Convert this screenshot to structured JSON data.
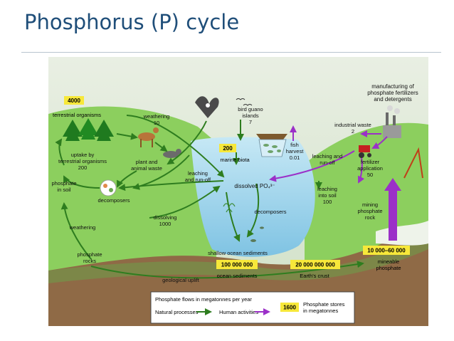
{
  "title": "Phosphorus (P) cycle",
  "diagram": {
    "stores": {
      "terrestrial_value": "4000",
      "terrestrial_label": "terrestrial organisms",
      "marine_value": "200",
      "marine_label": "marine biota",
      "ocean_sed_value": "100 000 000",
      "ocean_sed_label": "ocean sediments",
      "crust_value": "20 000 000 000",
      "crust_label": "Earth's crust",
      "mineable_value": "10 000–60 000",
      "mineable_label1": "mineable",
      "mineable_label2": "phosphate"
    },
    "flows": {
      "weathering_top": "weathering",
      "weathering_top_value": "10",
      "uptake1": "uptake by",
      "uptake2": "terrestrial organisms",
      "uptake_value": "200",
      "plant_waste1": "plant and",
      "plant_waste2": "animal waste",
      "bird_guano1": "bird guano",
      "bird_guano2": "islands",
      "bird_guano_value": "7",
      "fish_harvest1": "fish",
      "fish_harvest2": "harvest",
      "fish_harvest_value": "0.01",
      "industrial_waste": "industrial waste",
      "industrial_waste_value": "2",
      "manufacturing1": "manufacturing of",
      "manufacturing2": "phosphate fertilizers",
      "manufacturing3": "and detergents",
      "leach_left1": "leaching",
      "leach_left2": "and run-off",
      "leach_right1": "leaching and",
      "leach_right2": "run-off",
      "fertilizer1": "fertilizer",
      "fertilizer2": "application",
      "fertilizer_value": "50",
      "leach_soil1": "leaching",
      "leach_soil2": "into soil",
      "leach_soil_value": "100",
      "dissolved": "dissolved PO₄³⁻",
      "decomposers_land": "decomposers",
      "decomposers_sea": "decomposers",
      "phosphate_soil1": "phosphate",
      "phosphate_soil2": "in soil",
      "dissolving": "dissolving",
      "dissolving_value": "1000",
      "weathering_left": "weathering",
      "mining1": "mining",
      "mining2": "phosphate",
      "mining3": "rock",
      "shallow_sediments": "shallow ocean sediments",
      "phosphate_rocks1": "phosphate",
      "phosphate_rocks2": "rocks",
      "geological_uplift": "geological uplift"
    },
    "legend": {
      "heading": "Phosphate flows in megatonnes per year",
      "natural": "Natural processes",
      "human": "Human activities",
      "store_value": "1600",
      "store_label1": "Phosphate stores",
      "store_label2": "in megatonnes"
    },
    "colors": {
      "natural_arrow": "#2e7d1f",
      "human_arrow": "#9b30c8",
      "store_box": "#f7e83a",
      "sky": "#dbe8d4",
      "hill": "#8ccf5e",
      "ocean": "#a9d9ef",
      "seabed": "#8f6a46"
    }
  }
}
